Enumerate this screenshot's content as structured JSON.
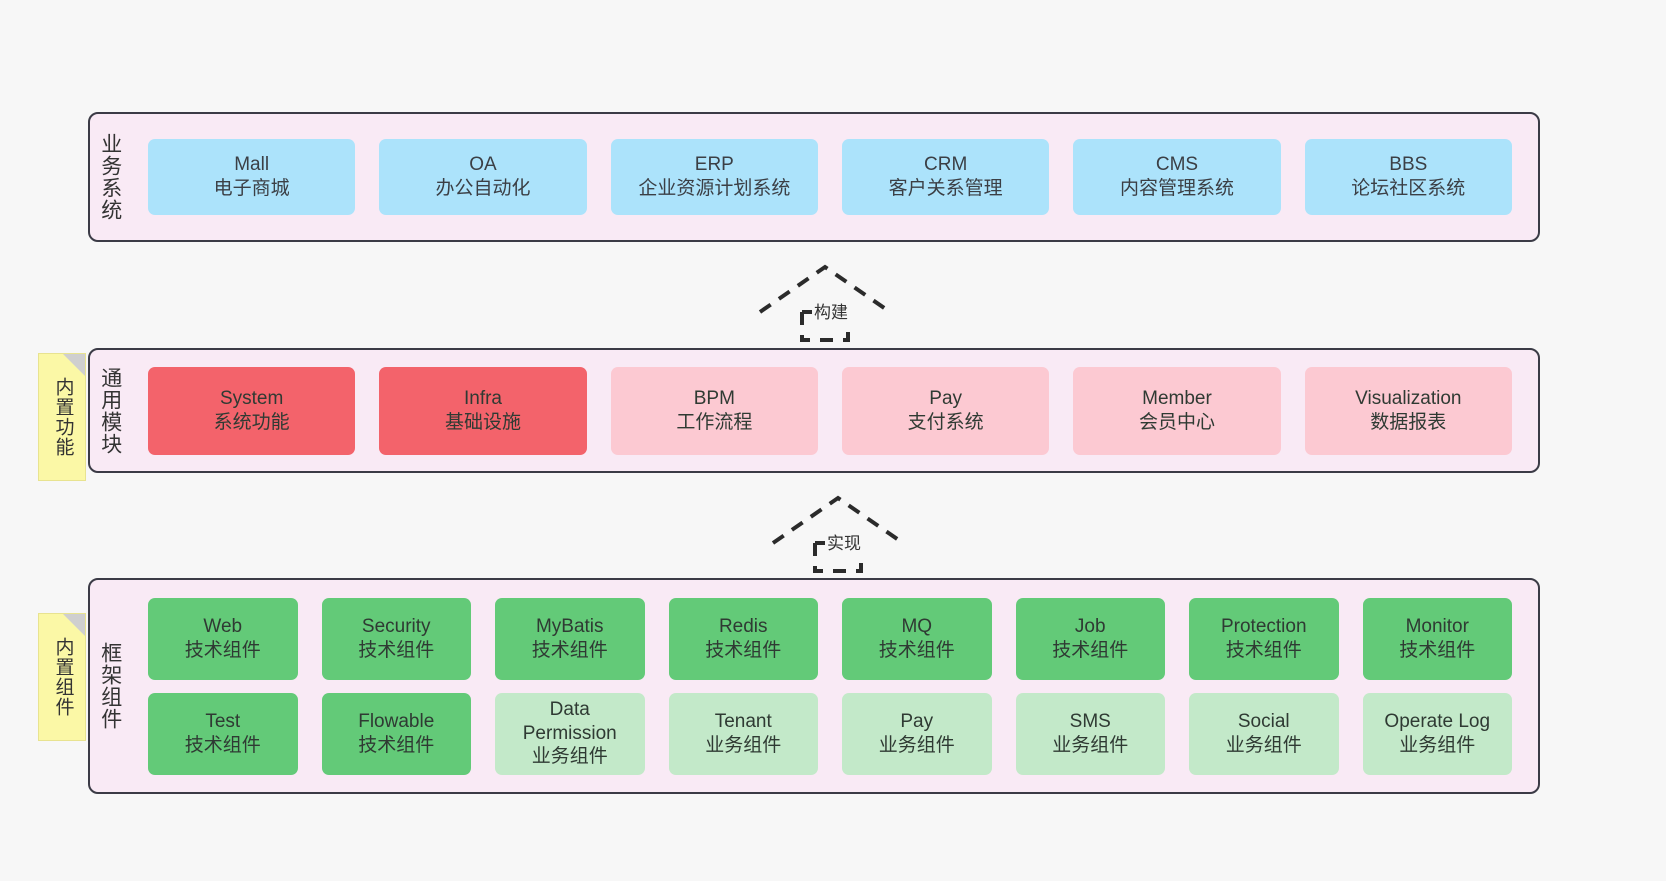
{
  "diagram": {
    "title": "",
    "background": "#f7f7f7",
    "layers": [
      {
        "id": "business-system",
        "label": "业务系统",
        "rows": [
          {
            "nodes": [
              {
                "title": "Mall",
                "sub": "电子商城",
                "style": "blue"
              },
              {
                "title": "OA",
                "sub": "办公自动化",
                "style": "blue"
              },
              {
                "title": "ERP",
                "sub": "企业资源计划系统",
                "style": "blue"
              },
              {
                "title": "CRM",
                "sub": "客户关系管理",
                "style": "blue"
              },
              {
                "title": "CMS",
                "sub": "内容管理系统",
                "style": "blue"
              },
              {
                "title": "BBS",
                "sub": "论坛社区系统",
                "style": "blue"
              }
            ]
          }
        ]
      },
      {
        "id": "common-module",
        "label": "通用模块",
        "note": "内置功能",
        "rows": [
          {
            "nodes": [
              {
                "title": "System",
                "sub": "系统功能",
                "style": "red"
              },
              {
                "title": "Infra",
                "sub": "基础设施",
                "style": "red"
              },
              {
                "title": "BPM",
                "sub": "工作流程",
                "style": "pink"
              },
              {
                "title": "Pay",
                "sub": "支付系统",
                "style": "pink"
              },
              {
                "title": "Member",
                "sub": "会员中心",
                "style": "pink"
              },
              {
                "title": "Visualization",
                "sub": "数据报表",
                "style": "pink"
              }
            ]
          }
        ]
      },
      {
        "id": "framework-component",
        "label": "框架组件",
        "note": "内置组件",
        "rows": [
          {
            "nodes": [
              {
                "title": "Web",
                "sub": "技术组件",
                "style": "green"
              },
              {
                "title": "Security",
                "sub": "技术组件",
                "style": "green"
              },
              {
                "title": "MyBatis",
                "sub": "技术组件",
                "style": "green"
              },
              {
                "title": "Redis",
                "sub": "技术组件",
                "style": "green"
              },
              {
                "title": "MQ",
                "sub": "技术组件",
                "style": "green"
              },
              {
                "title": "Job",
                "sub": "技术组件",
                "style": "green"
              },
              {
                "title": "Protection",
                "sub": "技术组件",
                "style": "green"
              },
              {
                "title": "Monitor",
                "sub": "技术组件",
                "style": "green"
              }
            ]
          },
          {
            "nodes": [
              {
                "title": "Test",
                "sub": "技术组件",
                "style": "green"
              },
              {
                "title": "Flowable",
                "sub": "技术组件",
                "style": "green"
              },
              {
                "title": "Data Permission",
                "sub": "业务组件",
                "style": "lgreen"
              },
              {
                "title": "Tenant",
                "sub": "业务组件",
                "style": "lgreen"
              },
              {
                "title": "Pay",
                "sub": "业务组件",
                "style": "lgreen"
              },
              {
                "title": "SMS",
                "sub": "业务组件",
                "style": "lgreen"
              },
              {
                "title": "Social",
                "sub": "业务组件",
                "style": "lgreen"
              },
              {
                "title": "Operate Log",
                "sub": "业务组件",
                "style": "lgreen"
              }
            ]
          }
        ]
      }
    ],
    "connectors": [
      {
        "id": "build",
        "label": "构建",
        "from": "common-module",
        "to": "business-system",
        "kind": "dashed-generalization"
      },
      {
        "id": "implement",
        "label": "实现",
        "from": "framework-component",
        "to": "common-module",
        "kind": "dashed-generalization"
      }
    ],
    "colors": {
      "layer_fill": "#f9eaf5",
      "layer_border": "#3b3b46",
      "blue": "#ace3fb",
      "red": "#f3636b",
      "pink": "#fcc9d2",
      "green": "#63ca78",
      "light_green": "#c3e9c9",
      "note_fill": "#fbf8a6",
      "note_fold": "#cfcfcf"
    }
  }
}
